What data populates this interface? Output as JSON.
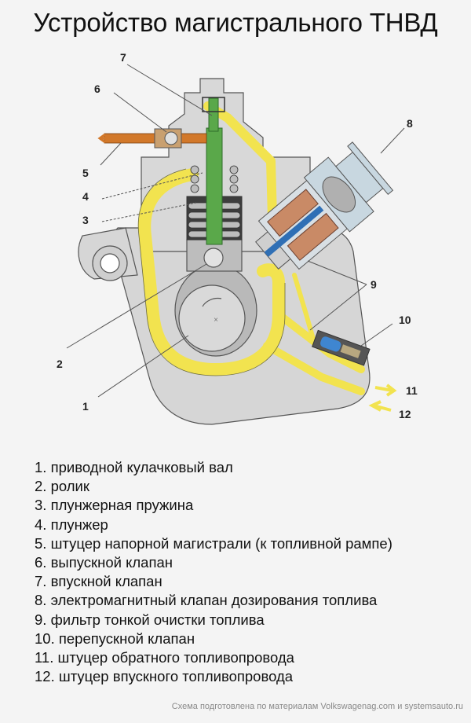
{
  "title": "Устройство магистрального ТНВД",
  "colors": {
    "body_gray": "#d4d4d4",
    "fuel_yellow": "#f2e34f",
    "plunger_green": "#5aa84a",
    "high_pressure_orange": "#d2782a",
    "solenoid_blue": "#2f6fb5",
    "coil_copper": "#c98a66"
  },
  "callouts": [
    {
      "num": "1"
    },
    {
      "num": "2"
    },
    {
      "num": "3"
    },
    {
      "num": "4"
    },
    {
      "num": "5"
    },
    {
      "num": "6"
    },
    {
      "num": "7"
    },
    {
      "num": "8"
    },
    {
      "num": "9"
    },
    {
      "num": "10"
    },
    {
      "num": "11"
    },
    {
      "num": "12"
    }
  ],
  "legend": [
    "1. приводной кулачковый вал",
    "2. ролик",
    "3. плунжерная пружина",
    "4. плунжер",
    "5. штуцер напорной магистрали (к топливной рампе)",
    "6. выпускной клапан",
    "7. впускной клапан",
    "8. электромагнитный клапан дозирования топлива",
    "9. фильтр тонкой очистки топлива",
    "10. перепускной клапан",
    "11. штуцер обратного топливопровода",
    "12. штуцер впускного топливопровода"
  ],
  "credit": "Схема подготовлена по материалам Volkswagenag.com и systemsauto.ru"
}
